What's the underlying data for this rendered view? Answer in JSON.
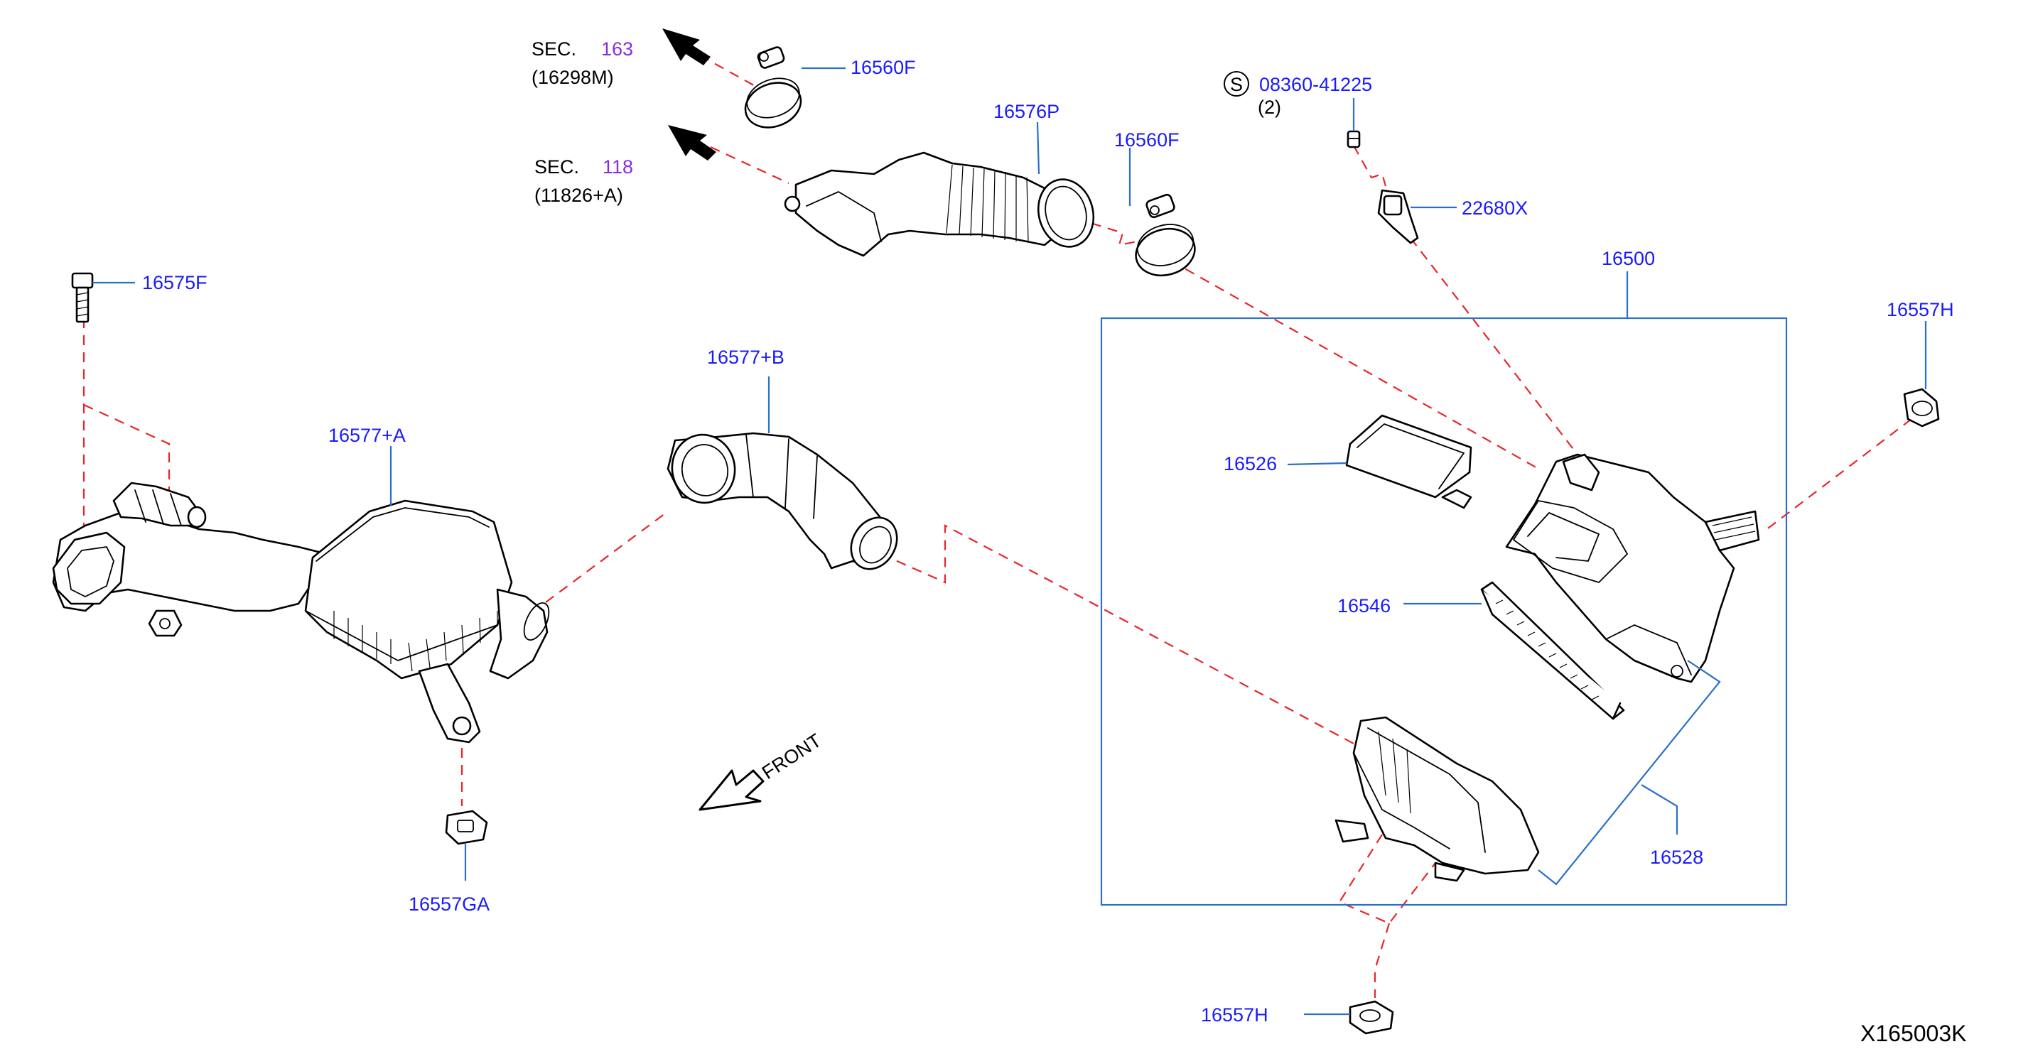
{
  "diagram_id": "X165003K",
  "front_label": "FRONT",
  "section_refs": [
    {
      "prefix": "SEC.",
      "number": "163",
      "sub": "(16298M)"
    },
    {
      "prefix": "SEC.",
      "number": "118",
      "sub": "(11826+A)"
    }
  ],
  "screw": {
    "symbol": "S",
    "part": "08360-41225",
    "qty": "(2)"
  },
  "parts": {
    "clamp_upper": "16560F",
    "duct_hose": "16576P",
    "clamp_lower": "16560F",
    "sensor": "22680X",
    "air_cleaner_assy": "16500",
    "grommet_right": "16557H",
    "bolt": "16575F",
    "resonator_duct_b": "16577+B",
    "inlet_duct_a": "16577+A",
    "cover_part": "16526",
    "filter_element": "16546",
    "case_lower": "16528",
    "grommet_left": "16557GA",
    "grommet_bottom": "16557H"
  },
  "colors": {
    "callout": "#1a1aff",
    "section_ref": "#8a2be2",
    "leader": "#2a6fc9",
    "dashed_guide": "#e8262a",
    "line_art": "#000000"
  }
}
